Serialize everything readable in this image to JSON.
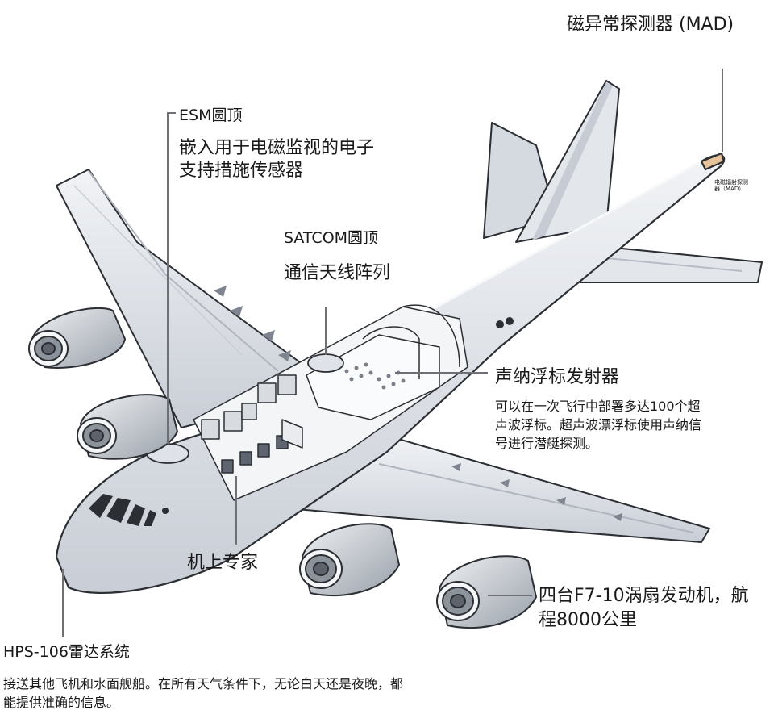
{
  "labels": {
    "mad_title": "磁异常探测器 (MAD)",
    "mad_tag_line1": "电磁辐射探测",
    "mad_tag_line2": "器（MAD）",
    "esm_title": "ESM圆顶",
    "esm_desc_line1": "嵌入用于电磁监视的电子",
    "esm_desc_line2": "支持措施传感器",
    "satcom_title": "SATCOM圆顶",
    "satcom_desc": "通信天线阵列",
    "sonobuoy_title": "声纳浮标发射器",
    "sonobuoy_desc_line1": "可以在一次飞行中部署多达100个超",
    "sonobuoy_desc_line2": "声波浮标。超声波漂浮标使用声纳信",
    "sonobuoy_desc_line3": "号进行潜艇探测。",
    "crew_title": "机上专家",
    "engine_line1": "四台F7-10涡扇发动机，航",
    "engine_line2": "程8000公里",
    "radar_title": "HPS-106雷达系统",
    "radar_desc_line1": "接送其他飞机和水面舰船。在所有天气条件下，无论白天还是夜晚，都",
    "radar_desc_line2": "能提供准确的信息。"
  },
  "colors": {
    "airframe": "#e6e9ee",
    "airframe_shade": "#c3c9d2",
    "outline": "#2b2e33",
    "leader": "#6e7075",
    "mad_tip": "#e7c39a",
    "engine_dark": "#8d939b"
  }
}
